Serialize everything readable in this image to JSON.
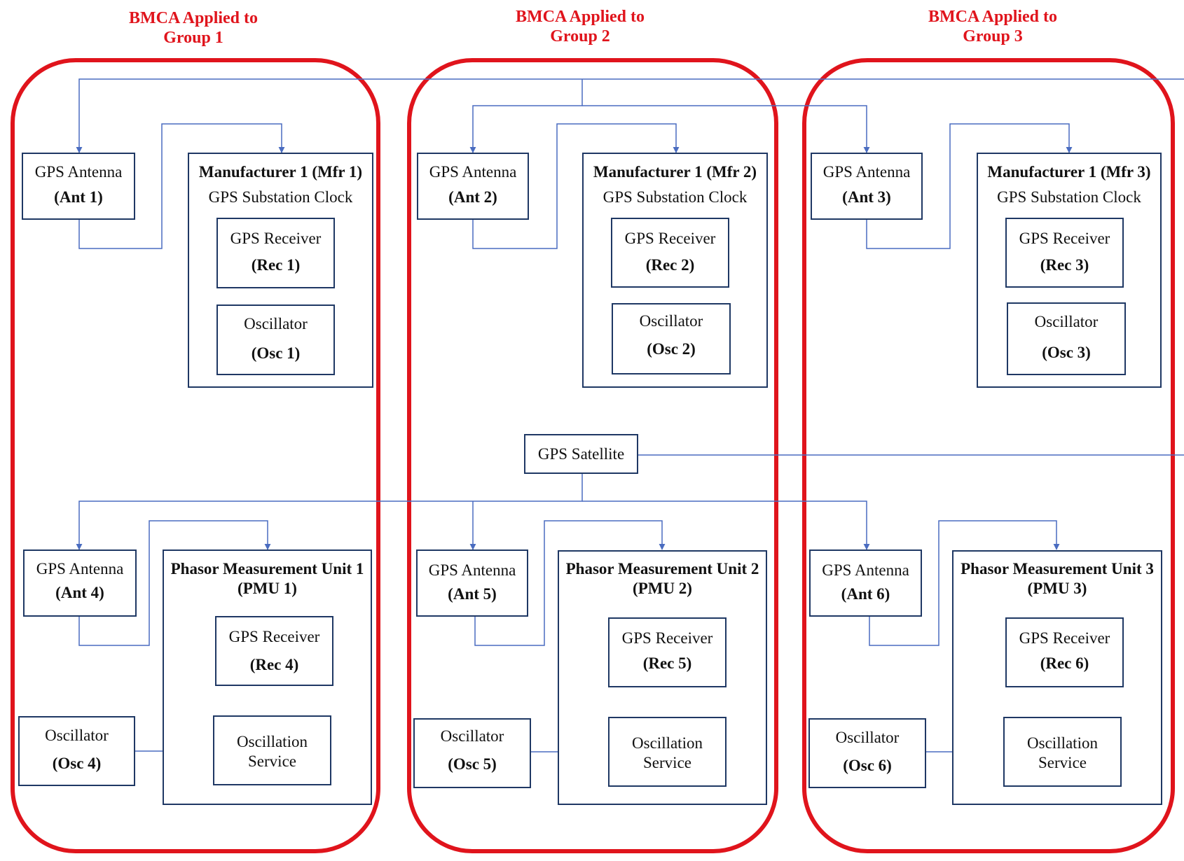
{
  "groups": [
    {
      "title_line1": "BMCA Applied to",
      "title_line2": "Group 1",
      "antenna": {
        "label": "GPS Antenna",
        "id": "(Ant 1)"
      },
      "clock": {
        "title": "Manufacturer 1 (Mfr 1)",
        "subtitle": "GPS Substation Clock",
        "receiver": {
          "label": "GPS Receiver",
          "id": "(Rec 1)"
        },
        "oscillator": {
          "label": "Oscillator",
          "id": "(Osc 1)"
        }
      },
      "pmu_antenna": {
        "label": "GPS Antenna",
        "id": "(Ant 4)"
      },
      "pmu": {
        "title": "Phasor Measurement Unit 1",
        "id": "(PMU 1)",
        "receiver": {
          "label": "GPS Receiver",
          "id": "(Rec 4)"
        },
        "service": {
          "line1": "Oscillation",
          "line2": "Service"
        }
      },
      "ext_oscillator": {
        "label": "Oscillator",
        "id": "(Osc 4)"
      }
    },
    {
      "title_line1": "BMCA Applied to",
      "title_line2": "Group 2",
      "antenna": {
        "label": "GPS Antenna",
        "id": "(Ant 2)"
      },
      "clock": {
        "title": "Manufacturer 1 (Mfr 2)",
        "subtitle": "GPS Substation Clock",
        "receiver": {
          "label": "GPS Receiver",
          "id": "(Rec 2)"
        },
        "oscillator": {
          "label": "Oscillator",
          "id": "(Osc 2)"
        }
      },
      "pmu_antenna": {
        "label": "GPS Antenna",
        "id": "(Ant 5)"
      },
      "pmu": {
        "title": "Phasor Measurement Unit 2",
        "id": "(PMU 2)",
        "receiver": {
          "label": "GPS Receiver",
          "id": "(Rec 5)"
        },
        "service": {
          "line1": "Oscillation",
          "line2": "Service"
        }
      },
      "ext_oscillator": {
        "label": "Oscillator",
        "id": "(Osc 5)"
      }
    },
    {
      "title_line1": "BMCA Applied to",
      "title_line2": "Group 3",
      "antenna": {
        "label": "GPS Antenna",
        "id": "(Ant 3)"
      },
      "clock": {
        "title": "Manufacturer 1 (Mfr 3)",
        "subtitle": "GPS Substation Clock",
        "receiver": {
          "label": "GPS Receiver",
          "id": "(Rec 3)"
        },
        "oscillator": {
          "label": "Oscillator",
          "id": "(Osc 3)"
        }
      },
      "pmu_antenna": {
        "label": "GPS Antenna",
        "id": "(Ant 6)"
      },
      "pmu": {
        "title": "Phasor Measurement Unit 3",
        "id": "(PMU 3)",
        "receiver": {
          "label": "GPS Receiver",
          "id": "(Rec 6)"
        },
        "service": {
          "line1": "Oscillation",
          "line2": "Service"
        }
      },
      "ext_oscillator": {
        "label": "Oscillator",
        "id": "(Osc 6)"
      }
    }
  ],
  "satellite": {
    "label": "GPS Satellite"
  },
  "colors": {
    "group_outline": "#e0141c",
    "box_border": "#1f3864",
    "connector": "#4a6cc0",
    "title": "#e0141c"
  }
}
